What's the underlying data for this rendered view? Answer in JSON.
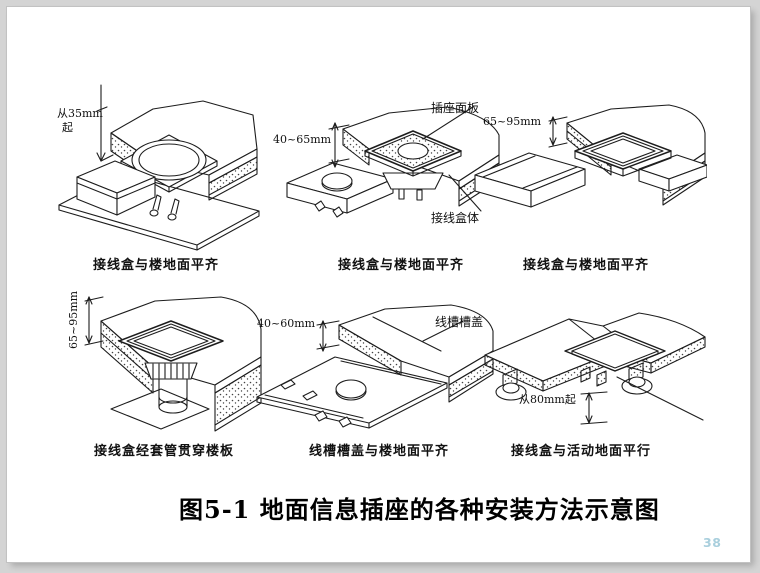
{
  "slide": {
    "title": "图5-1 地面信息插座的各种安装方法示意图",
    "page_number": "38"
  },
  "colors": {
    "page_number": "#a9cfdd",
    "ink": "#1d1d1d",
    "frame_background": "#d4d4d4"
  },
  "diagrams": [
    {
      "caption": "接线盒与楼地面平齐",
      "labels": {
        "dim_line1": "从35mm",
        "dim_line2": "起"
      }
    },
    {
      "caption": "接线盒与楼地面平齐",
      "labels": {
        "dim": "40~65mm",
        "part_top": "插座面板",
        "part_bottom": "接线盒体"
      }
    },
    {
      "caption": "接线盒与楼地面平齐",
      "labels": {
        "dim": "65~95mm"
      }
    },
    {
      "caption": "接线盒经套管贯穿楼板",
      "labels": {
        "dim": "65~95mm"
      }
    },
    {
      "caption": "线槽槽盖与楼地面平齐",
      "labels": {
        "dim": "40~60mm",
        "part_top": "线槽槽盖"
      }
    },
    {
      "caption": "接线盒与活动地面平行",
      "labels": {
        "dim": "从80mm起"
      }
    }
  ]
}
